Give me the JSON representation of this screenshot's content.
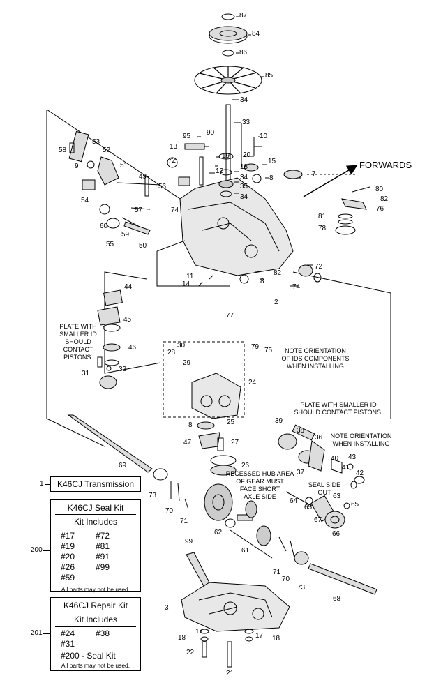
{
  "direction_label": "FORWARDS",
  "part_labels": [
    "87",
    "84",
    "86",
    "85",
    "34",
    "33",
    "10",
    "90",
    "95",
    "13",
    "19",
    "20",
    "12",
    "18",
    "34",
    "35",
    "34",
    "15",
    "8",
    "7",
    "58",
    "53",
    "52",
    "9",
    "51",
    "49",
    "72",
    "56",
    "54",
    "57",
    "74",
    "60",
    "55",
    "59",
    "50",
    "80",
    "82",
    "76",
    "81",
    "78",
    "11",
    "14",
    "8",
    "82",
    "74",
    "72",
    "2",
    "44",
    "45",
    "46",
    "30",
    "28",
    "29",
    "24",
    "32",
    "31",
    "77",
    "79",
    "75",
    "25",
    "8",
    "47",
    "27",
    "26",
    "39",
    "38",
    "36",
    "40",
    "41",
    "43",
    "42",
    "37",
    "69",
    "73",
    "70",
    "71",
    "64",
    "65",
    "63",
    "65",
    "67",
    "66",
    "62",
    "61",
    "99",
    "71",
    "70",
    "73",
    "68",
    "3",
    "17",
    "18",
    "17",
    "18",
    "22",
    "21"
  ],
  "notes": {
    "plate_left": [
      "PLATE WITH",
      "SMALLER ID",
      "SHOULD",
      "CONTACT",
      "PISTONS."
    ],
    "ids_orientation": [
      "NOTE ORIENTATION",
      "OF IDS COMPONENTS",
      "WHEN INSTALLING"
    ],
    "plate_right": [
      "PLATE WITH SMALLER ID",
      "SHOULD CONTACT PISTONS."
    ],
    "orientation_right": [
      "NOTE ORIENTATION",
      "WHEN INSTALLING"
    ],
    "recessed_hub": [
      "RECESSED HUB AREA",
      "OF GEAR MUST",
      "FACE SHORT",
      "AXLE SIDE"
    ],
    "seal_side": [
      "SEAL SIDE",
      "OUT"
    ]
  },
  "transmission": {
    "ref": "1",
    "title": "K46CJ Transmission"
  },
  "seal_kit": {
    "ref": "200",
    "title": "K46CJ Seal Kit",
    "subtitle": "Kit Includes",
    "items": [
      "#17",
      "#72",
      "#19",
      "#81",
      "#20",
      "#91",
      "#26",
      "#99",
      "#59"
    ],
    "note": "All parts may not be used."
  },
  "repair_kit": {
    "ref": "201",
    "title": "K46CJ Repair Kit",
    "subtitle": "Kit Includes",
    "items": [
      "#24",
      "#38",
      "#31",
      "",
      "#200 - Seal Kit",
      ""
    ],
    "note": "All parts may not be used."
  }
}
